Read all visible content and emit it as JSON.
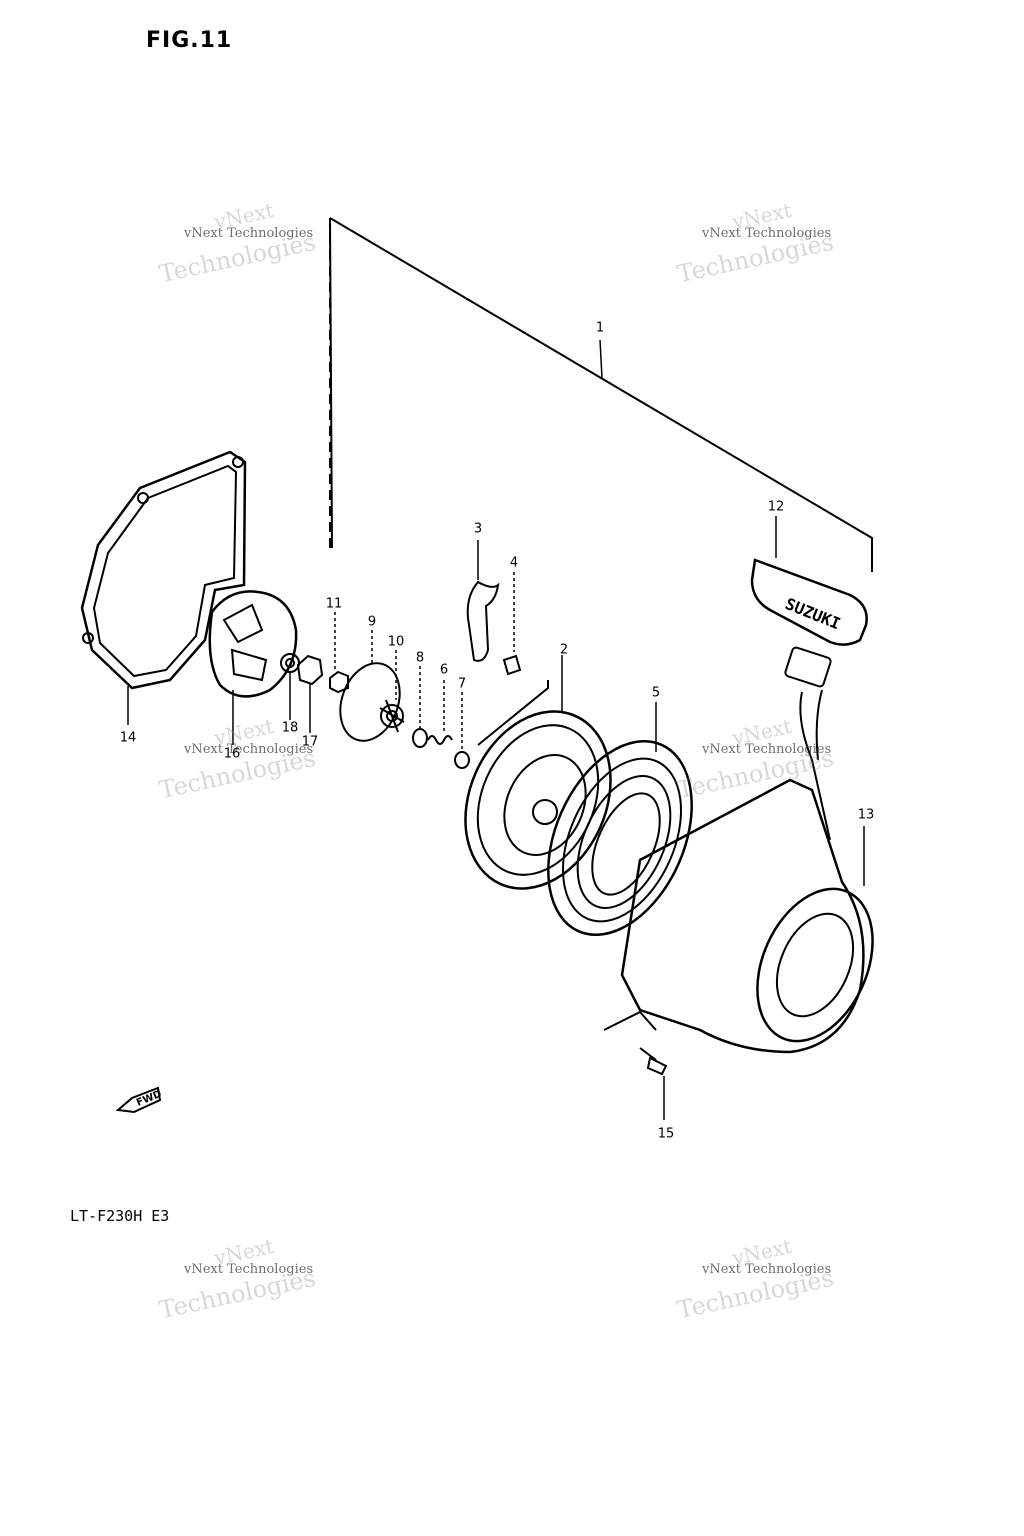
{
  "figure": {
    "title": "FIG.11",
    "model_code": "LT-F230H E3",
    "watermark": [
      "vNext",
      "vNext Technologies",
      "Technologies"
    ],
    "callouts": {
      "c1": "1",
      "c2": "2",
      "c3": "3",
      "c4": "4",
      "c5": "5",
      "c6": "6",
      "c7": "7",
      "c8": "8",
      "c9": "9",
      "c10": "10",
      "c11": "11",
      "c12": "12",
      "c13": "13",
      "c14": "14",
      "c15": "15",
      "c16": "16",
      "c17": "17",
      "c18": "18"
    },
    "handle_brand": "SUZUKI",
    "arrow_label": "FWD"
  }
}
